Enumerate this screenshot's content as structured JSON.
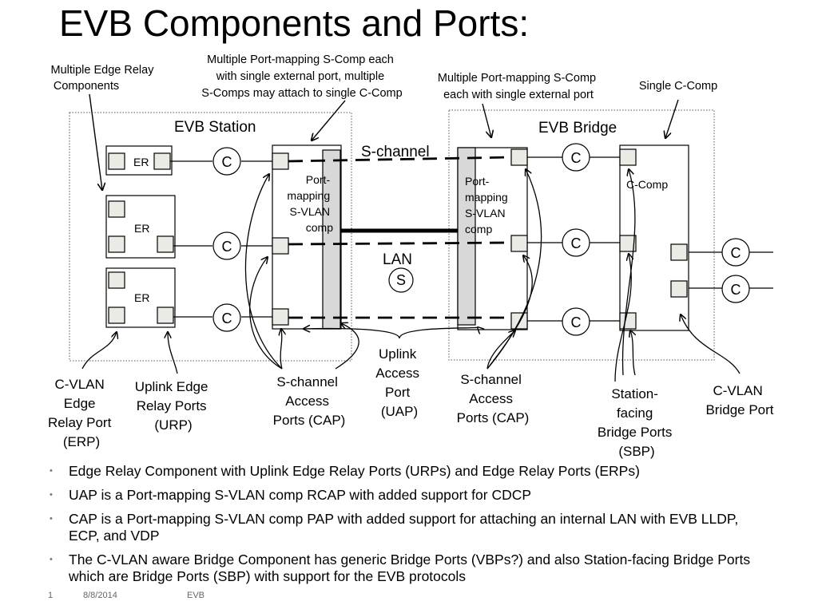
{
  "title": "EVB Components and Ports:",
  "callouts": {
    "multiple_edge_relay": [
      "Multiple Edge Relay",
      "Components"
    ],
    "multiple_pm_scomp_station": [
      "Multiple Port-mapping S-Comp each",
      "with single external port, multiple",
      "S-Comps may attach to single C-Comp"
    ],
    "multiple_pm_scomp_bridge": [
      "Multiple Port-mapping S-Comp",
      "each with single external port"
    ],
    "single_ccomp": "Single C-Comp"
  },
  "diagram": {
    "evb_station": "EVB Station",
    "evb_bridge": "EVB Bridge",
    "s_channel": "S-channel",
    "lan": "LAN",
    "s_label": "S",
    "c_label": "C",
    "er_label": "ER",
    "station_portmap": [
      "Port-",
      "mapping",
      "S-VLAN",
      "comp"
    ],
    "bridge_portmap": [
      "Port-",
      "mapping",
      "S-VLAN",
      "comp"
    ],
    "ccomp": "C-Comp"
  },
  "port_labels": {
    "erp": [
      "C-VLAN",
      "Edge",
      "Relay Port",
      "(ERP)"
    ],
    "urp": [
      "Uplink Edge",
      "Relay Ports",
      "(URP)"
    ],
    "cap_station": [
      "S-channel",
      "Access",
      "Ports (CAP)"
    ],
    "uap": [
      "Uplink",
      "Access",
      "Port",
      "(UAP)"
    ],
    "cap_bridge": [
      "S-channel",
      "Access",
      "Ports (CAP)"
    ],
    "sbp": [
      "Station-",
      "facing",
      "Bridge Ports",
      "(SBP)"
    ],
    "cvlan_bp": [
      "C-VLAN",
      "Bridge Port"
    ]
  },
  "bullets": [
    "Edge Relay Component with Uplink Edge Relay Ports (URPs) and Edge Relay Ports (ERPs)",
    "UAP is a Port-mapping S-VLAN comp RCAP with added support for CDCP",
    "CAP is a Port-mapping S-VLAN comp PAP with added support for attaching an internal LAN with EVB LLDP, ECP, and VDP",
    "The C-VLAN aware Bridge Component has generic Bridge Ports (VBPs?) and also Station-facing Bridge Ports which are Bridge Ports (SBP) with support for the EVB protocols"
  ],
  "footer": {
    "page": "1",
    "date": "8/8/2014",
    "label": "EVB"
  },
  "colors": {
    "port_fill": "#ebebe6",
    "portmap_fill": "#d8d8d8"
  }
}
